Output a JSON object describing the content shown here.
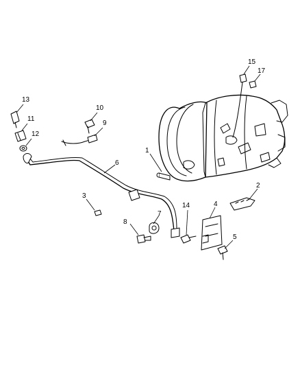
{
  "diagram": {
    "callouts": [
      {
        "id": "c1",
        "label": "1"
      },
      {
        "id": "c2",
        "label": "2"
      },
      {
        "id": "c3",
        "label": "3"
      },
      {
        "id": "c4",
        "label": "4"
      },
      {
        "id": "c5",
        "label": "5"
      },
      {
        "id": "c6",
        "label": "6"
      },
      {
        "id": "c7",
        "label": "7"
      },
      {
        "id": "c8",
        "label": "8"
      },
      {
        "id": "c9",
        "label": "9"
      },
      {
        "id": "c10",
        "label": "10"
      },
      {
        "id": "c11",
        "label": "11"
      },
      {
        "id": "c12",
        "label": "12"
      },
      {
        "id": "c13",
        "label": "13"
      },
      {
        "id": "c14",
        "label": "14"
      },
      {
        "id": "c15",
        "label": "15"
      },
      {
        "id": "c17",
        "label": "17"
      }
    ]
  }
}
